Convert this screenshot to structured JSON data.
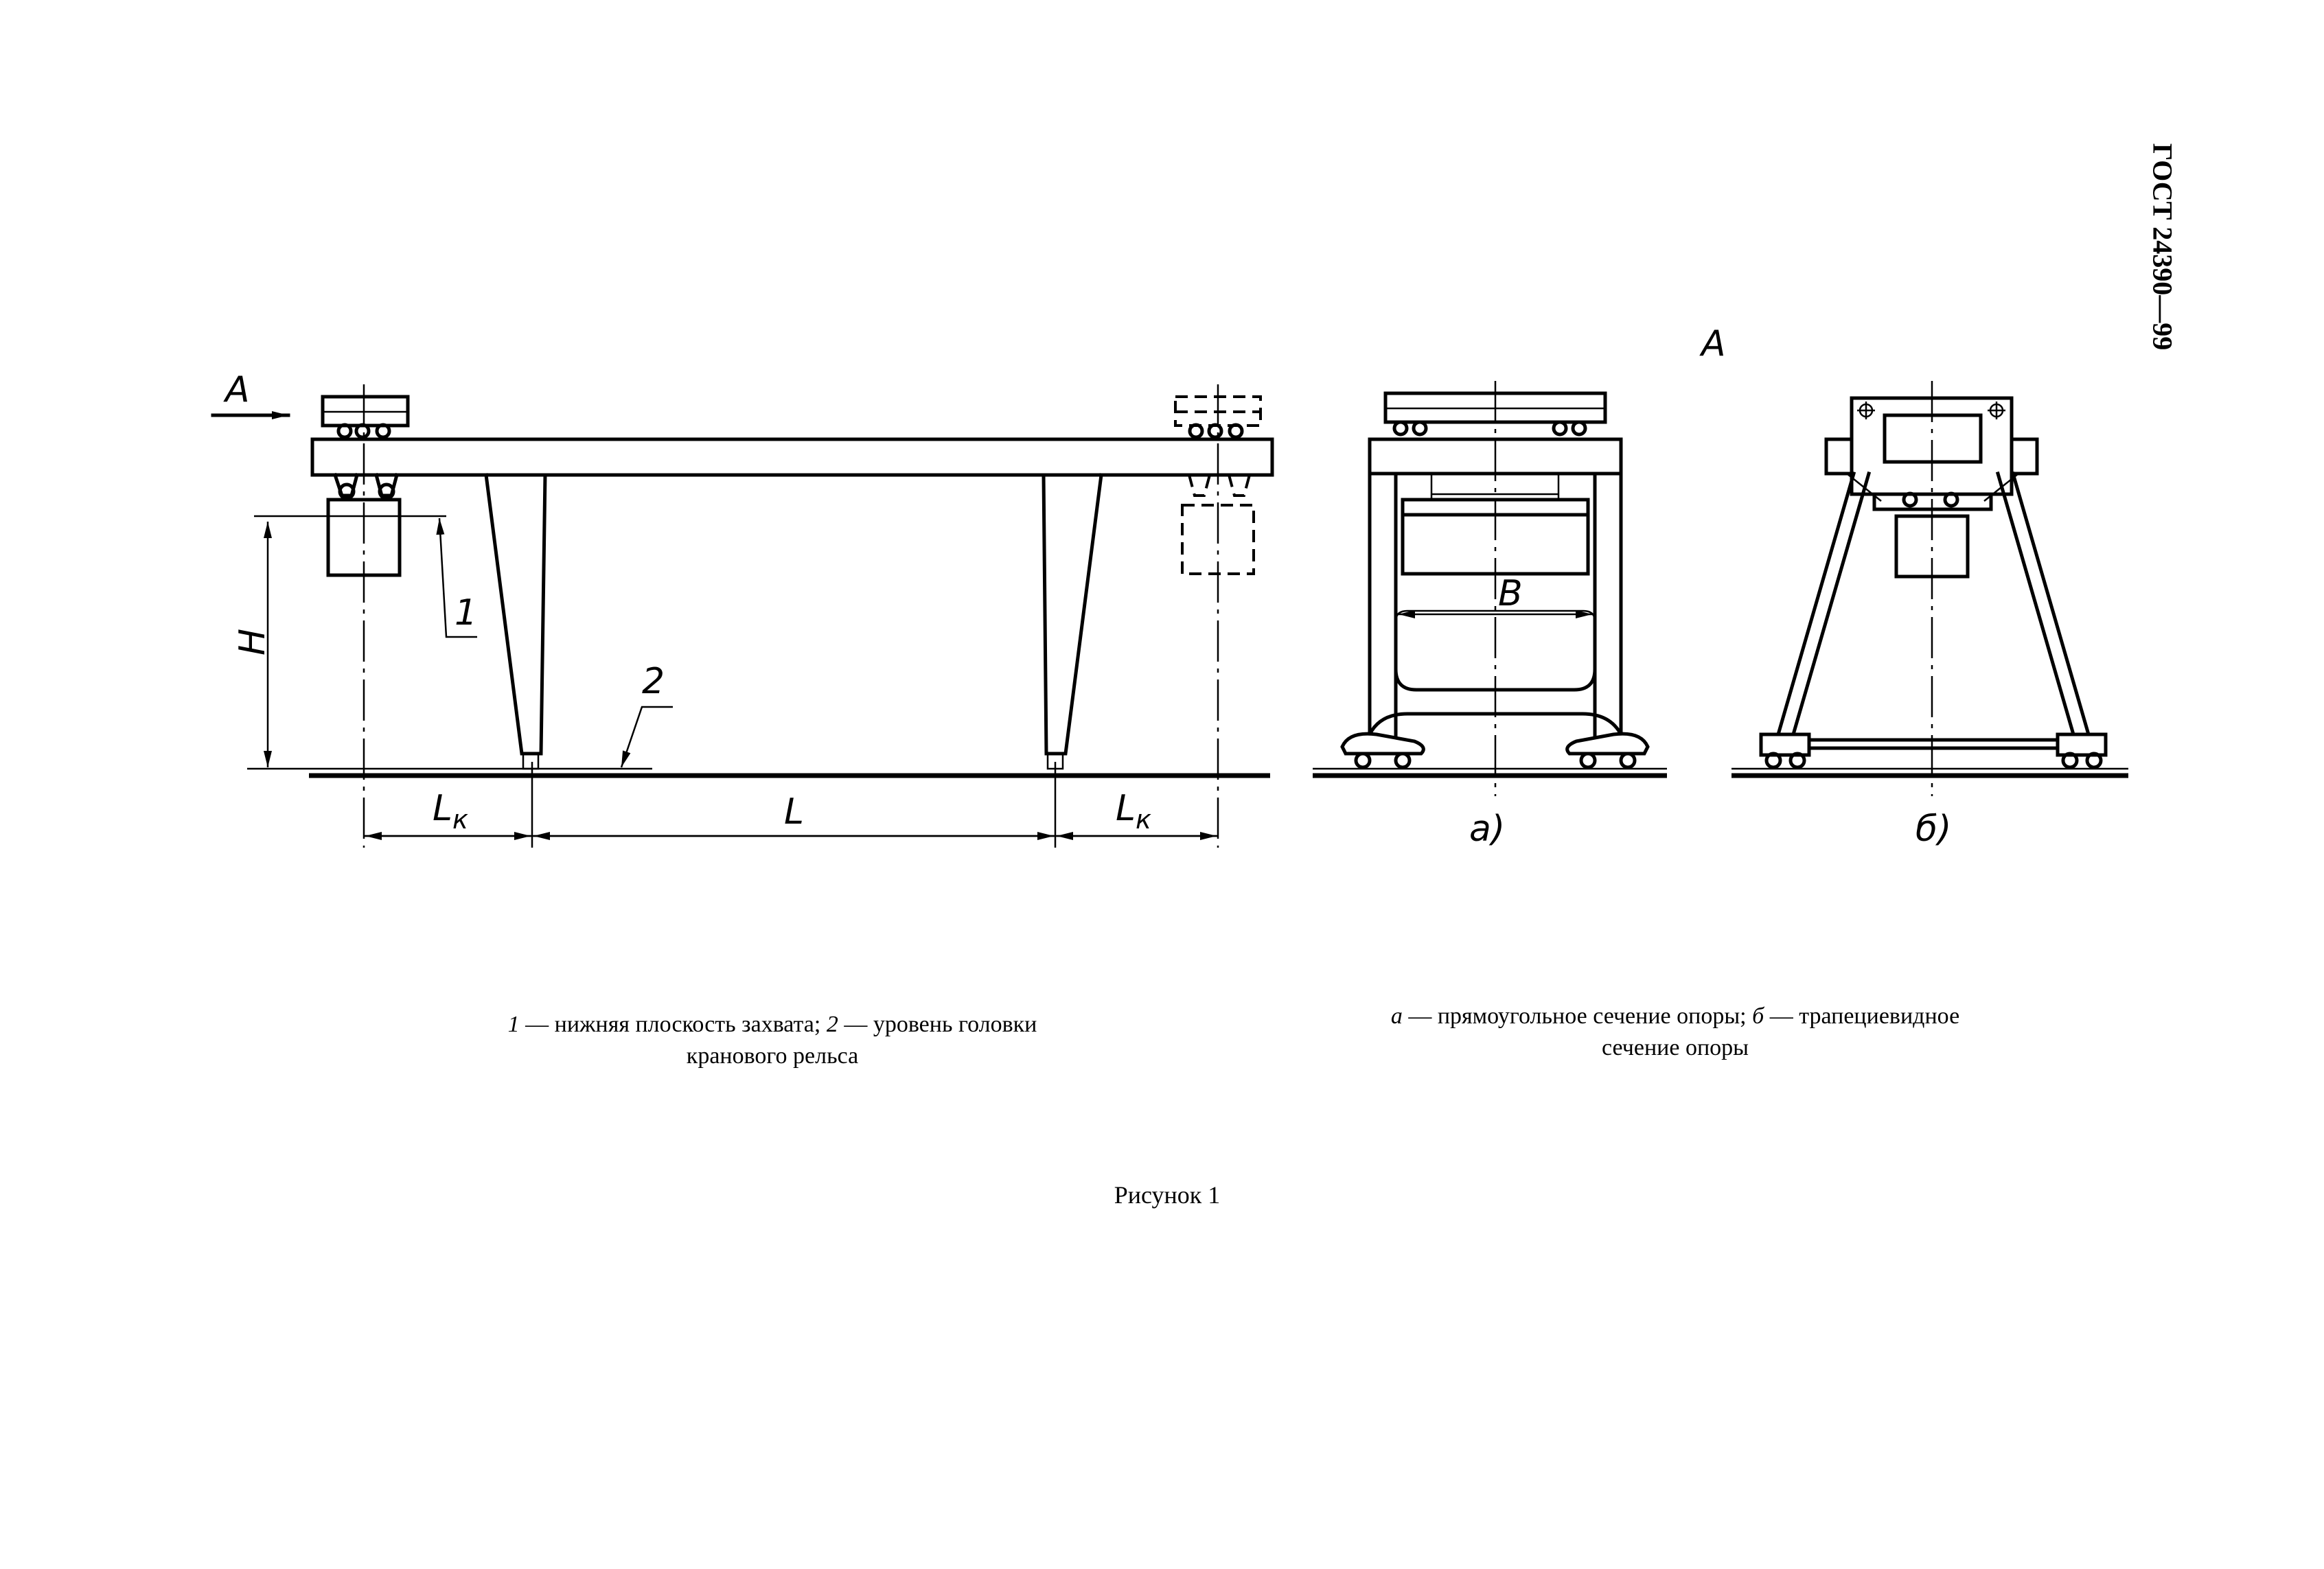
{
  "document": {
    "standard_number": "ГОСТ 24390—99",
    "figure_caption": "Рисунок 1"
  },
  "main_view": {
    "view_arrow_label": "A",
    "callout_1": "1",
    "callout_2": "2",
    "dim_height": "H",
    "dim_cantilever_left": "L",
    "dim_cantilever_left_sub": "к",
    "dim_span": "L",
    "dim_cantilever_right": "L",
    "dim_cantilever_right_sub": "к"
  },
  "view_a": {
    "title": "A",
    "dim_width": "B",
    "variant_a_label": "а)",
    "variant_b_label": "б)"
  },
  "legend_left": {
    "num1": "1",
    "text1": " — нижняя плоскость захвата; ",
    "num2": "2",
    "text2": " — уровень головки",
    "line2": "кранового рельса"
  },
  "legend_right": {
    "key_a": "а",
    "text_a": " — прямоугольное сечение опоры; ",
    "key_b": "б",
    "text_b": " — трапециевидное",
    "line2": "сечение опоры"
  }
}
